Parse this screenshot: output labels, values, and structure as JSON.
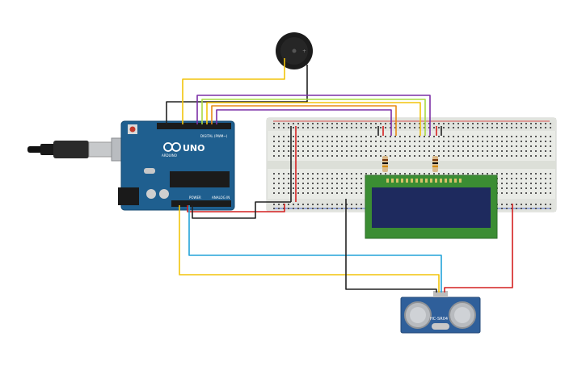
{
  "arduino": {
    "brand": "ARDUINO",
    "model": "UNO",
    "digital_label": "DIGITAL (PWM~)",
    "power_label": "POWER",
    "analog_label": "ANALOG IN"
  },
  "sensor": {
    "label": "HC-SR04"
  },
  "colors": {
    "board": "#1f5f8f",
    "breadboard": "#e9ebe6",
    "lcd_pcb": "#3b8d33",
    "lcd_screen": "#1e2a5e",
    "sensor_pcb": "#2f5f9a",
    "wire_black": "#222222",
    "wire_red": "#d42020",
    "wire_yellow": "#f2c40b",
    "wire_purple": "#7c2ea6",
    "wire_orange": "#e88a14",
    "wire_lightgreen": "#a9d943",
    "wire_cyan": "#23a3d8"
  }
}
